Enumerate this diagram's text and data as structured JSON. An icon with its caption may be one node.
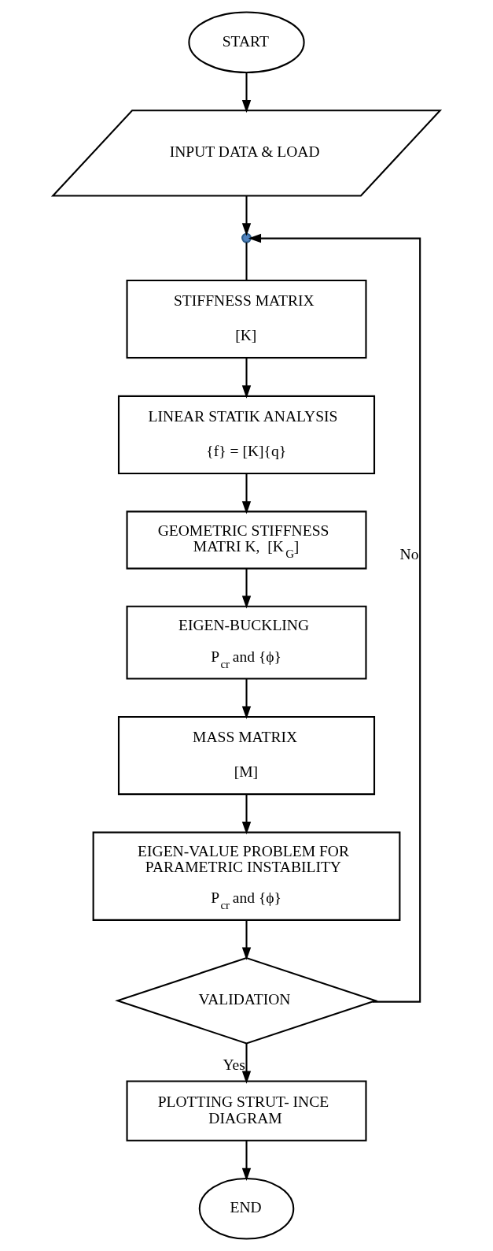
{
  "diagram": {
    "nodes": [
      {
        "text": [
          "START"
        ]
      },
      {
        "text": [
          "INPUT DATA & LOAD"
        ]
      },
      {
        "text": [],
        "shape": "circle"
      },
      {
        "text": [
          "STIFFNESS MATRIX",
          "[K]"
        ]
      },
      {
        "text": [
          "LINEAR STATIK ANALYSIS",
          "{f} = [K]{q}"
        ]
      },
      {
        "text": [
          "GEOMETRIC STIFFNESS MATRI K,  [K$_{G}$]"
        ]
      },
      {
        "text": [
          "EIGEN-BUCKLING",
          "P$_{cr}$ and {ϕ}"
        ]
      },
      {
        "text": [
          "MASS MATRIX",
          "[M]"
        ]
      },
      {
        "text": [
          "EIGEN-VALUE PROBLEM FOR PARAMETRIC INSTABILITY",
          "P$_{cr}$ and {ϕ}"
        ]
      },
      {
        "text": [
          "VALIDATION"
        ]
      },
      {
        "text": [
          "PLOTTING STRUT- INCE DIAGRAM"
        ]
      },
      {
        "text": [
          "END"
        ]
      }
    ],
    "edges": [
      {
        "from": 0,
        "to": 1,
        "arrow": "to"
      },
      {
        "from": 1,
        "to": 2,
        "arrow": "to"
      },
      {
        "from": 2,
        "to": 3,
        "arrow": "none"
      },
      {
        "from": 3,
        "to": 4,
        "arrow": "to"
      },
      {
        "from": 4,
        "to": 5,
        "arrow": "to"
      },
      {
        "from": 5,
        "to": 6,
        "arrow": "to"
      },
      {
        "from": 6,
        "to": 7,
        "arrow": "to"
      },
      {
        "from": 7,
        "to": 8,
        "arrow": "to"
      },
      {
        "from": 8,
        "to": 9,
        "arrow": "to"
      },
      {
        "from": 9,
        "to": 2,
        "arrow": "to",
        "label": "No"
      },
      {
        "from": 9,
        "to": 10,
        "arrow": "to",
        "label": "Yes"
      },
      {
        "from": 10,
        "to": 11,
        "arrow": "to"
      }
    ]
  }
}
